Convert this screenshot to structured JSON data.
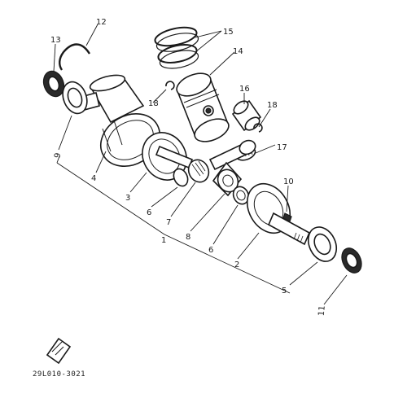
{
  "diagram": {
    "callouts": [
      {
        "id": "c1",
        "label": "1"
      },
      {
        "id": "c2",
        "label": "2"
      },
      {
        "id": "c3",
        "label": "3"
      },
      {
        "id": "c4",
        "label": "4"
      },
      {
        "id": "c5",
        "label": "5"
      },
      {
        "id": "c6a",
        "label": "6"
      },
      {
        "id": "c6b",
        "label": "6"
      },
      {
        "id": "c7",
        "label": "7"
      },
      {
        "id": "c8",
        "label": "8"
      },
      {
        "id": "c9",
        "label": "9"
      },
      {
        "id": "c10",
        "label": "10"
      },
      {
        "id": "c11",
        "label": "11"
      },
      {
        "id": "c12",
        "label": "12"
      },
      {
        "id": "c13",
        "label": "13"
      },
      {
        "id": "c14",
        "label": "14"
      },
      {
        "id": "c15",
        "label": "15"
      },
      {
        "id": "c16",
        "label": "16"
      },
      {
        "id": "c17",
        "label": "17"
      },
      {
        "id": "c18a",
        "label": "18"
      },
      {
        "id": "c18b",
        "label": "18"
      }
    ],
    "figure_code": "29L010-3021"
  }
}
